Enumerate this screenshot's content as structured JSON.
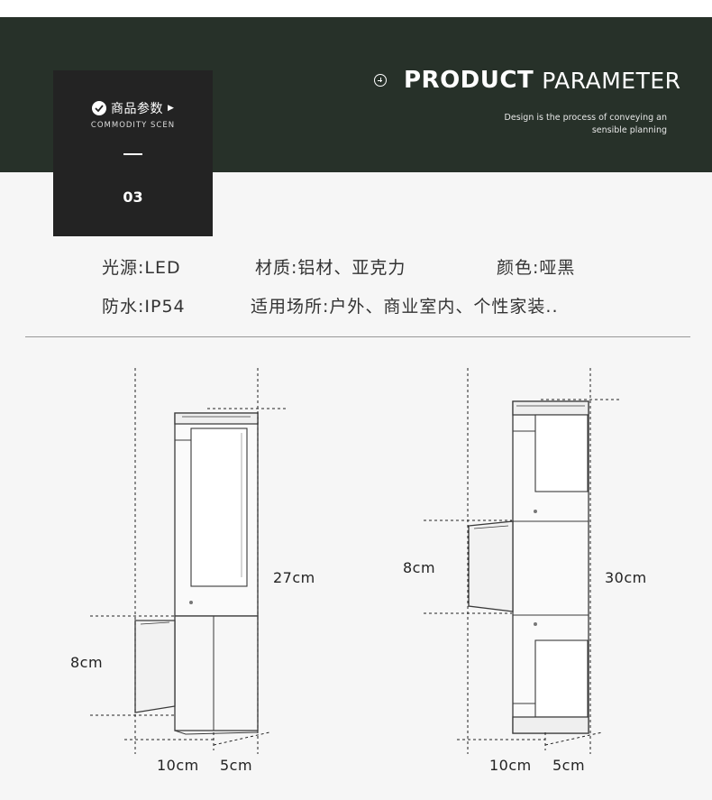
{
  "card": {
    "title": "商品参数",
    "subtitle": "COMMODITY SCEN",
    "number": "03",
    "icons": [
      "check-icon",
      "play-arrow-icon"
    ]
  },
  "header": {
    "title_bold": "PRODUCT",
    "title_light": "PARAMETER",
    "tagline_line1": "Design is the process of conveying an",
    "tagline_line2": "sensible planning",
    "background_color": "#273129"
  },
  "specs": {
    "row1": [
      "光源:LED",
      "材质:铝材、亚克力",
      "颜色:哑黑"
    ],
    "row2": [
      "防水:IP54",
      "适用场所:户外、商业室内、个性家装.."
    ]
  },
  "lamp_single": {
    "height_label": "27cm",
    "arm_label": "8cm",
    "width_label": "10cm",
    "depth_label": "5cm"
  },
  "lamp_double": {
    "height_label": "30cm",
    "arm_label": "8cm",
    "width_label": "10cm",
    "depth_label": "5cm"
  }
}
